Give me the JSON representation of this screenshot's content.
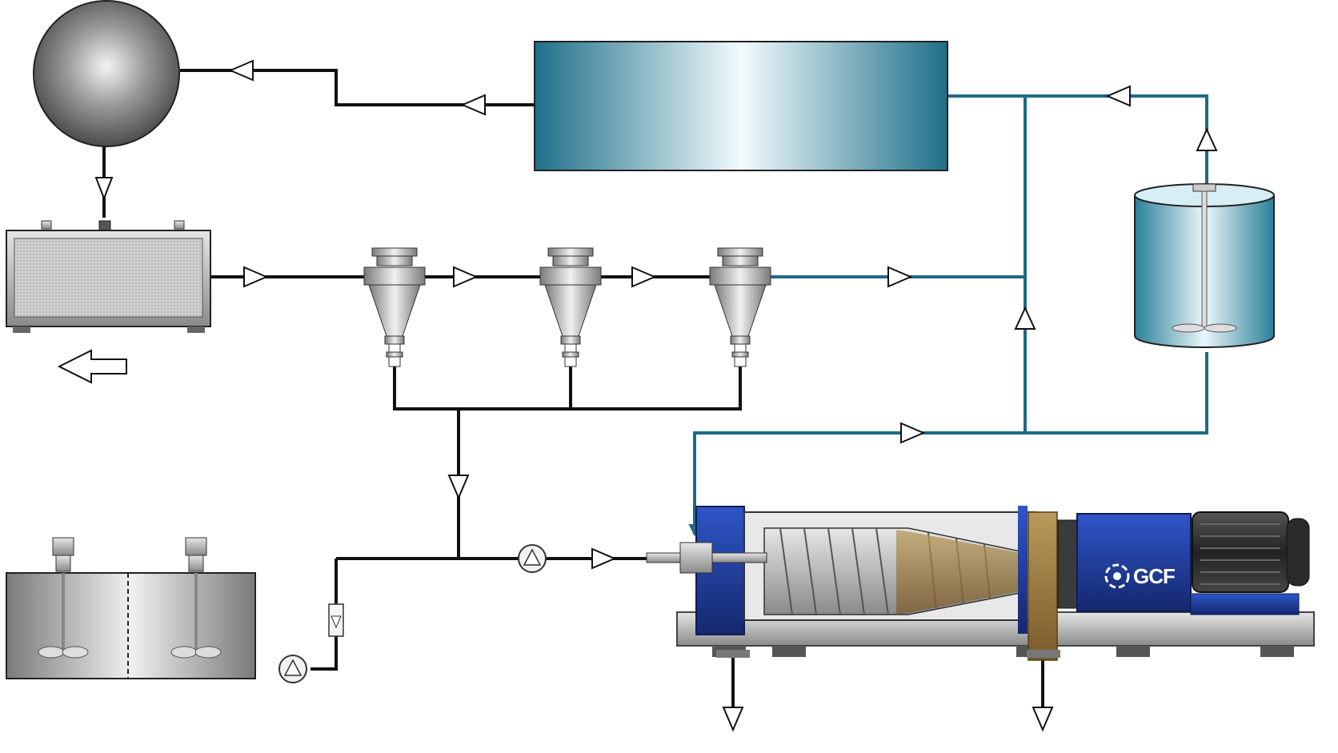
{
  "brand": {
    "text": "GCF"
  },
  "colors": {
    "process_line": "#111111",
    "water_line": "#1f6a86",
    "tank_water": "#2a7f99",
    "decanter_blue": "#1d3a9c",
    "steel": "#b8b8b8"
  },
  "equipment": [
    {
      "name": "spherical-vessel",
      "icon": "sphere"
    },
    {
      "name": "vibrating-screen",
      "icon": "screen-box"
    },
    {
      "name": "hydrocyclone-1",
      "icon": "cyclone"
    },
    {
      "name": "hydrocyclone-2",
      "icon": "cyclone"
    },
    {
      "name": "hydrocyclone-3",
      "icon": "cyclone"
    },
    {
      "name": "water-tank",
      "icon": "rectangular-tank"
    },
    {
      "name": "mixing-tank",
      "icon": "cylindrical-agitated-tank"
    },
    {
      "name": "double-agitated-tank",
      "icon": "split-agitated-tank"
    },
    {
      "name": "decanter-centrifuge",
      "icon": "decanter"
    },
    {
      "name": "feed-pump",
      "icon": "pump"
    },
    {
      "name": "transfer-pump",
      "icon": "pump"
    },
    {
      "name": "flow-meter",
      "icon": "rotameter"
    }
  ]
}
